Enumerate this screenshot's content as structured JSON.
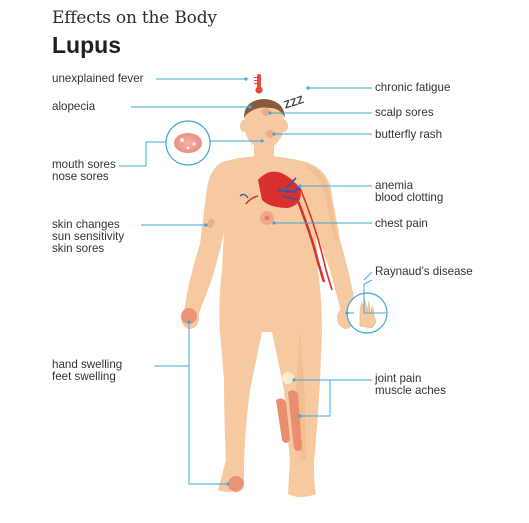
{
  "header": {
    "kicker": "Effects on the Body",
    "title": "Lupus"
  },
  "labels_left": {
    "fever": "unexplained fever",
    "alopecia": "alopecia",
    "mouth_sores": "mouth sores",
    "nose_sores": "nose sores",
    "skin_changes": "skin changes",
    "sun_sensitivity": "sun sensitivity",
    "skin_sores": "skin sores",
    "hand_swelling": "hand swelling",
    "feet_swelling": "feet swelling"
  },
  "labels_right": {
    "chronic_fatigue": "chronic fatigue",
    "scalp_sores": "scalp sores",
    "butterfly_rash": "butterfly rash",
    "anemia": "anemia",
    "blood_clotting": "blood clotting",
    "chest_pain": "chest pain",
    "raynauds": "Raynaud’s disease",
    "joint_pain": "joint pain",
    "muscle_aches": "muscle aches"
  },
  "sleep_glyph": "ZZZ",
  "colors": {
    "skin": "#f7c9a0",
    "skin_shadow": "#eeb787",
    "hair": "#8a5a3c",
    "leader": "#3fa9d6",
    "blood_red": "#d9302c",
    "blood_blue": "#2b57b8",
    "inflamed": "#e98a6c"
  }
}
